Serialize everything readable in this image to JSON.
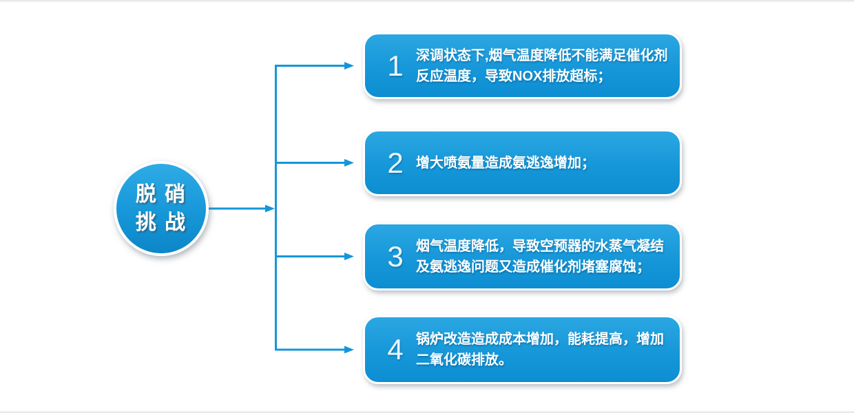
{
  "colors": {
    "accent_line": "#1496da",
    "box_gradient_top": "#2ba7e2",
    "box_gradient_bottom": "#0d8ed2",
    "circle_gradient_top": "#2fabe6",
    "circle_gradient_bottom": "#0c86c9",
    "text": "#ffffff",
    "background": "#ffffff"
  },
  "hub": {
    "label_line1": "脱 硝",
    "label_line2": "挑 战"
  },
  "items": [
    {
      "number": "1",
      "lines": [
        "深调状态下,烟气温度降低不能满足催化剂",
        "反应温度，导致NOX排放超标；"
      ]
    },
    {
      "number": "2",
      "lines": [
        "增大喷氨量造成氨逃逸增加；"
      ]
    },
    {
      "number": "3",
      "lines": [
        "烟气温度降低，导致空预器的水蒸气凝结",
        "及氨逃逸问题又造成催化剂堵塞腐蚀；"
      ]
    },
    {
      "number": "4",
      "lines": [
        "锅炉改造造成成本增加，能耗提高，增加",
        "二氧化碳排放。"
      ]
    }
  ]
}
